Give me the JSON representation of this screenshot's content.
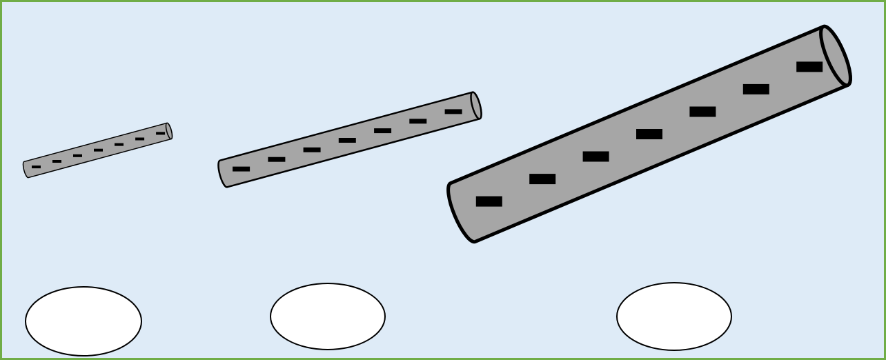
{
  "diagram": {
    "colors": {
      "background": "#deebf7",
      "border": "#70ad47",
      "tube_fill": "#a6a6a6",
      "outline": "#000000",
      "mark": "#000000",
      "answer_fill": "#ffffff"
    },
    "tubes": [
      {
        "name": "tube-small",
        "dash_count": 7
      },
      {
        "name": "tube-medium",
        "dash_count": 7
      },
      {
        "name": "tube-large",
        "dash_count": 7
      }
    ],
    "answer_ovals": [
      {
        "name": "answer-oval-1",
        "text": ""
      },
      {
        "name": "answer-oval-2",
        "text": ""
      },
      {
        "name": "answer-oval-3",
        "text": ""
      }
    ]
  }
}
